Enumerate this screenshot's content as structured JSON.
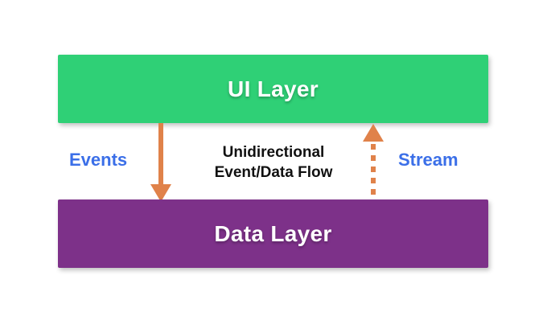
{
  "colors": {
    "background": "#ffffff",
    "ui_layer_green": "#2fd076",
    "data_layer_purple": "#7d3189",
    "arrow_orange": "#e0824a",
    "label_blue": "#3b6fe8",
    "caption_black": "#111111"
  },
  "diagram": {
    "ui_layer_label": "UI Layer",
    "data_layer_label": "Data Layer",
    "events_label": "Events",
    "stream_label": "Stream",
    "caption_line1": "Unidirectional",
    "caption_line2": "Event/Data Flow"
  }
}
